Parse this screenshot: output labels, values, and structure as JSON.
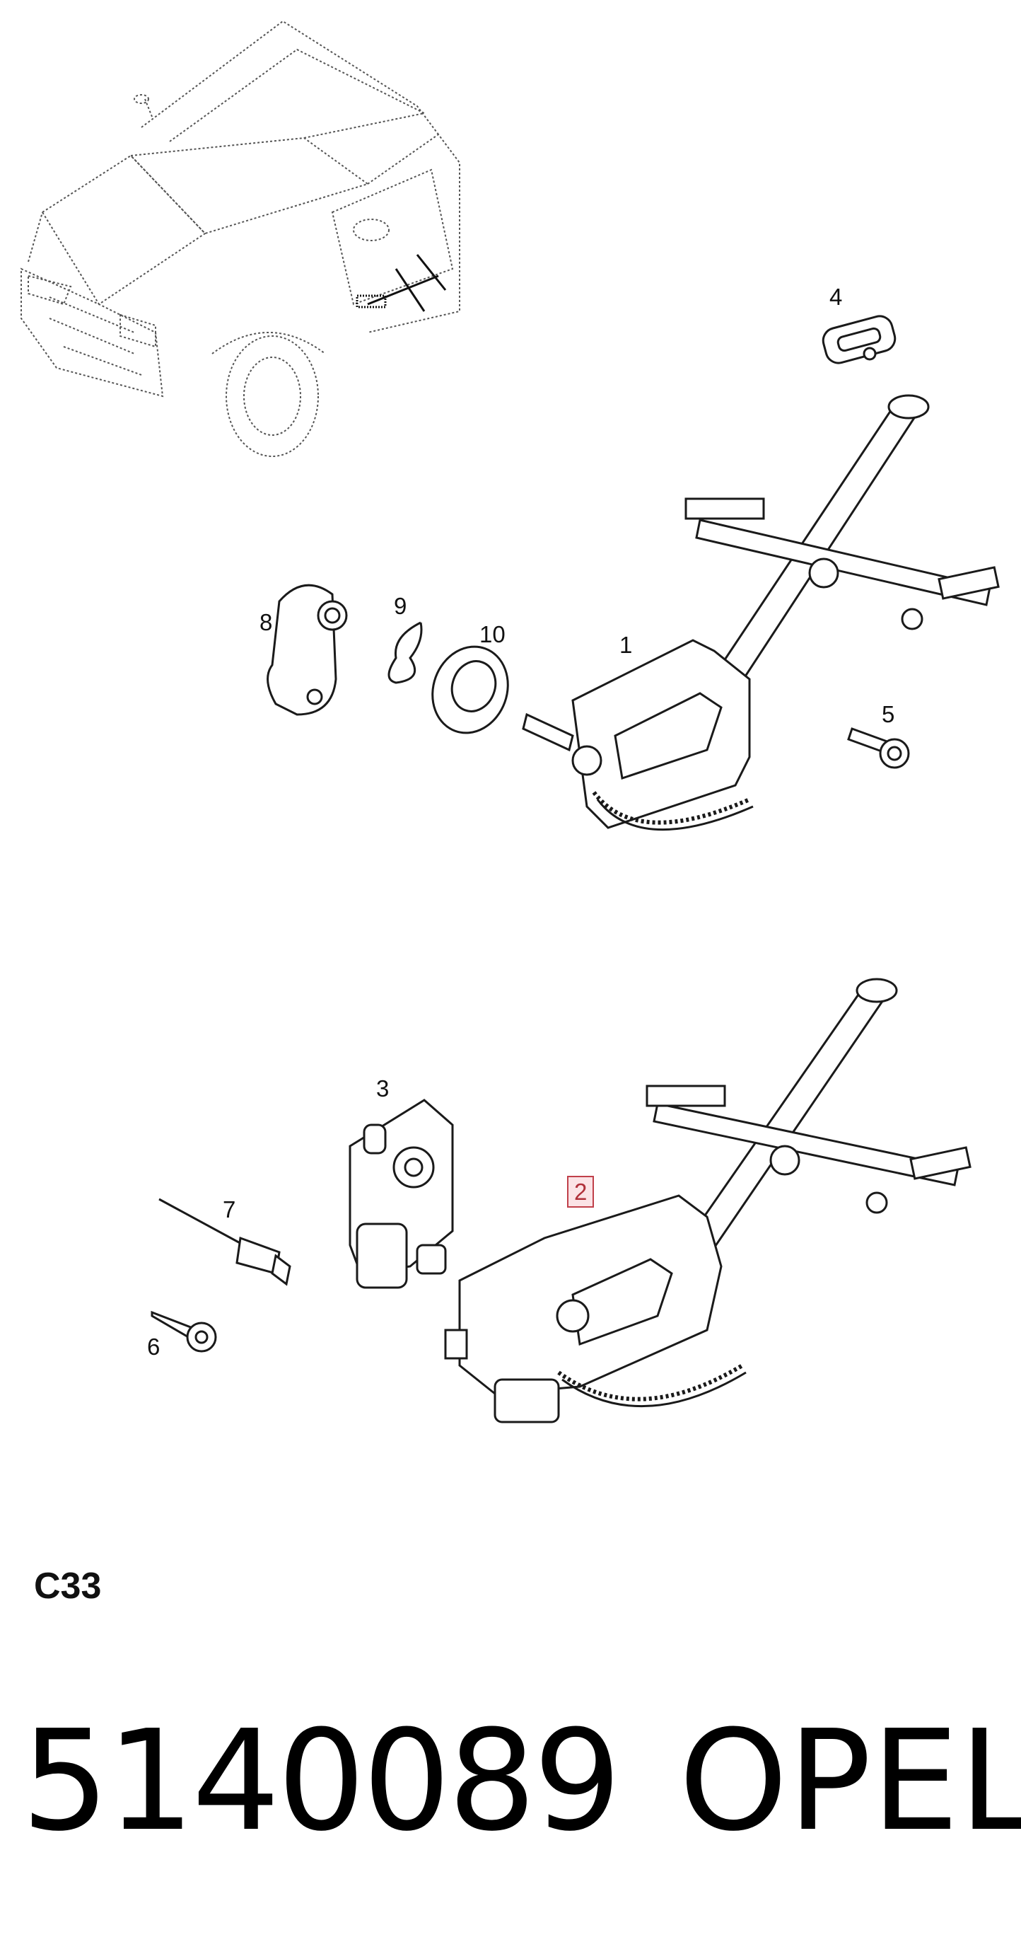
{
  "diagram": {
    "section_code": "C33",
    "part_number": "5140089",
    "brand": "OPEL",
    "highlighted_callout": "2",
    "callouts": [
      {
        "id": "1",
        "label": "1"
      },
      {
        "id": "2",
        "label": "2"
      },
      {
        "id": "3",
        "label": "3"
      },
      {
        "id": "4",
        "label": "4"
      },
      {
        "id": "5",
        "label": "5"
      },
      {
        "id": "6",
        "label": "6"
      },
      {
        "id": "7",
        "label": "7"
      },
      {
        "id": "8",
        "label": "8"
      },
      {
        "id": "9",
        "label": "9"
      },
      {
        "id": "10",
        "label": "10"
      }
    ],
    "colors": {
      "line": "#1a1a1a",
      "dotted": "#555555",
      "highlight_border": "#c0404a",
      "highlight_fill": "#fbe3e6"
    }
  }
}
